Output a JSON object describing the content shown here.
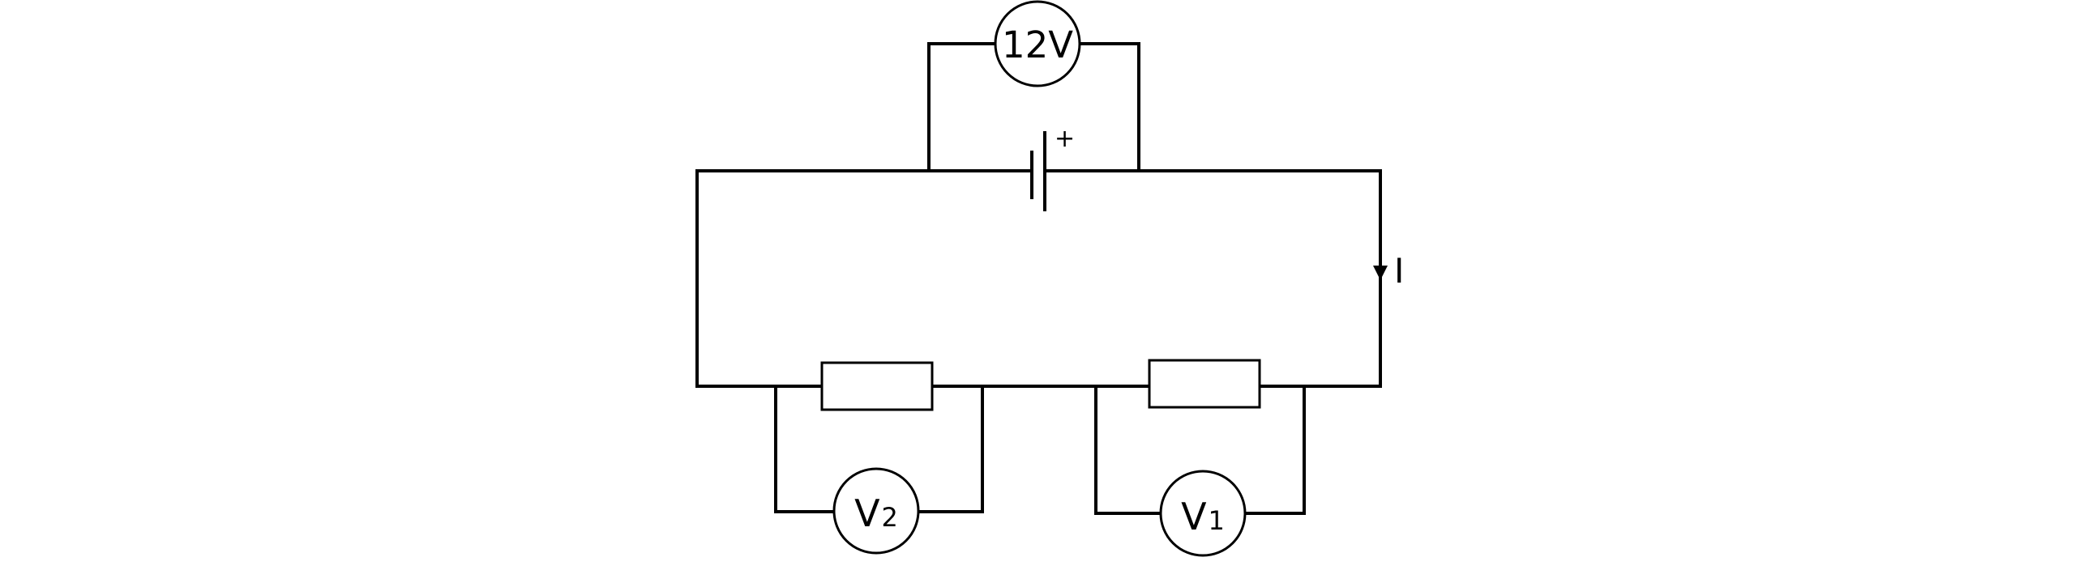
{
  "diagram": {
    "battery": {
      "polarity_label": "+"
    },
    "source_meter": {
      "label": "12V"
    },
    "current": {
      "label": "I"
    },
    "meters": {
      "v2": {
        "label_main": "V",
        "label_sub": "2"
      },
      "v1": {
        "label_main": "V",
        "label_sub": "1"
      }
    },
    "colors": {
      "stroke": "#000000",
      "background": "#ffffff"
    }
  }
}
